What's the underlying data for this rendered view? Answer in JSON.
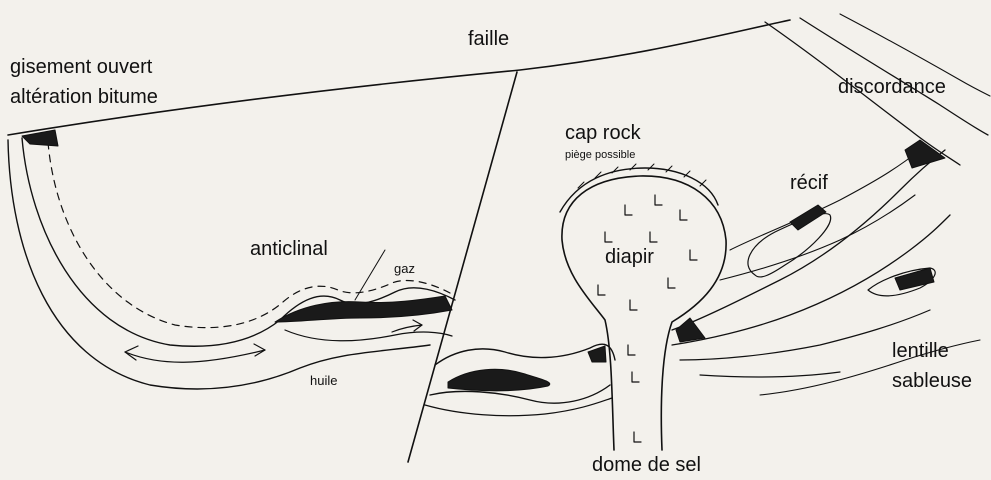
{
  "labels": {
    "faille": "faille",
    "gisement_line1": "gisement ouvert",
    "gisement_line2": "altération bitume",
    "discordance": "discordance",
    "cap_rock": "cap rock",
    "piege_possible": "piège possible",
    "recif": "récif",
    "anticlinal": "anticlinal",
    "gaz": "gaz",
    "diapir": "diapir",
    "huile": "huile",
    "lentille_line1": "lentille",
    "lentille_line2": "sableuse",
    "dome_de_sel": "dome de sel"
  },
  "colors": {
    "ink": "#111111",
    "paper": "#f3f1ec",
    "oil": "#1a1a1a"
  }
}
